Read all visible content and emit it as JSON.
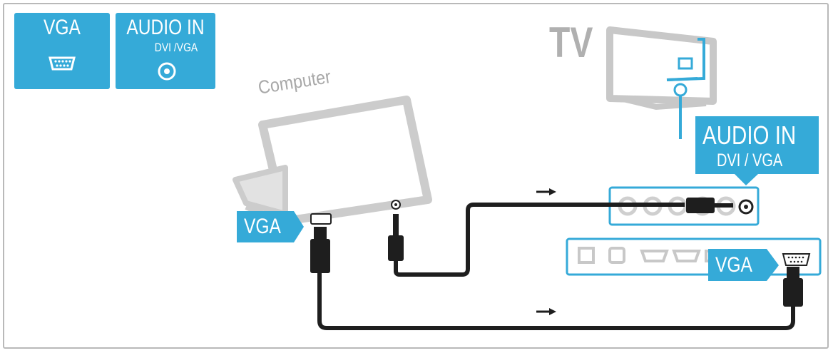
{
  "tiles": {
    "vga": {
      "title": "VGA"
    },
    "audio": {
      "title": "AUDIO IN",
      "subtitle": "DVI /VGA"
    }
  },
  "devices": {
    "tv": "TV",
    "computer": "Computer"
  },
  "labels": {
    "computer_vga": "VGA",
    "tv_audio_title": "AUDIO IN",
    "tv_audio_sub": "DVI / VGA",
    "tv_vga": "VGA"
  },
  "colors": {
    "accent": "#35aad8",
    "cable": "#1e1e1e",
    "device_outline": "#c8c8c8"
  }
}
